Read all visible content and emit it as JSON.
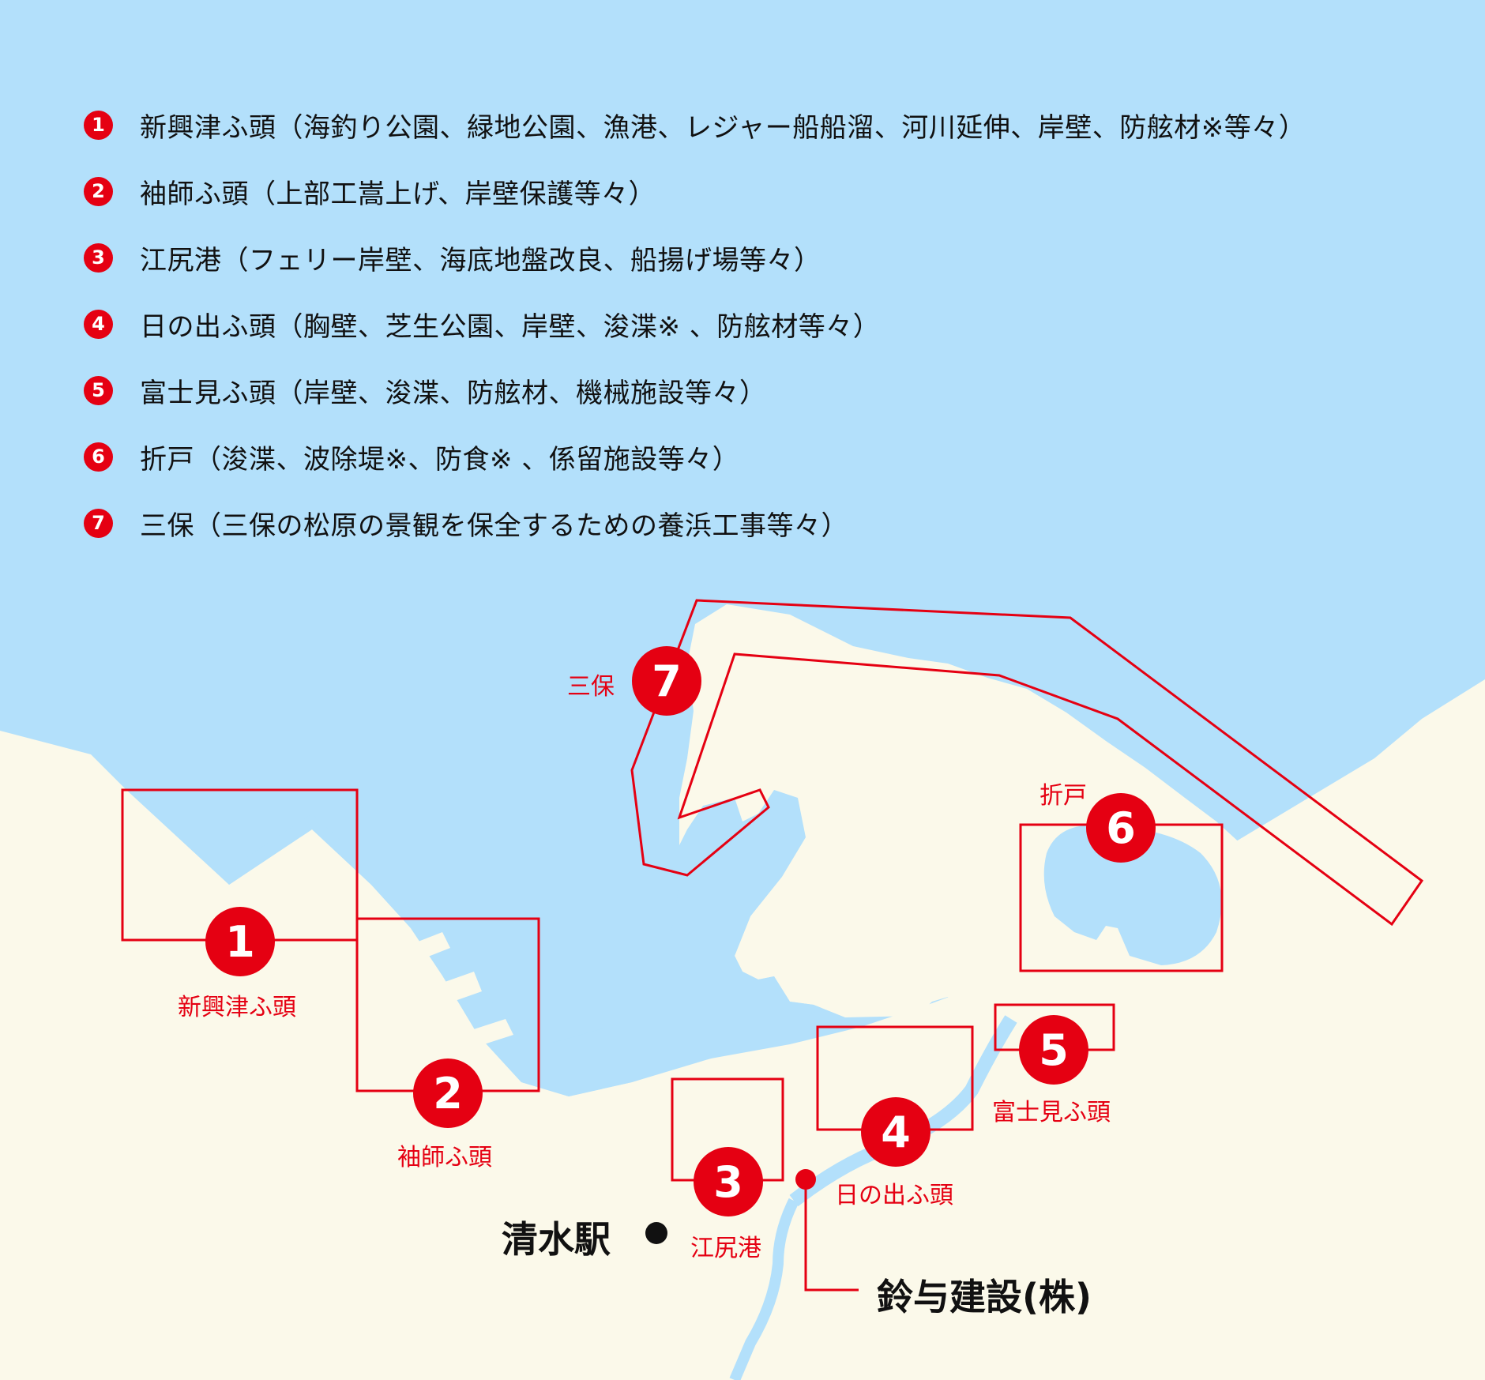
{
  "legend": [
    {
      "num": "1",
      "text": "新興津ふ頭（海釣り公園、緑地公園、漁港、レジャー船船溜、河川延伸、岸壁、防舷材※等々）"
    },
    {
      "num": "2",
      "text": "袖師ふ頭（上部工嵩上げ、岸壁保護等々）"
    },
    {
      "num": "3",
      "text": "江尻港（フェリー岸壁、海底地盤改良、船揚げ場等々）"
    },
    {
      "num": "4",
      "text": "日の出ふ頭（胸壁、芝生公園、岸壁、浚渫※ 、防舷材等々）"
    },
    {
      "num": "5",
      "text": "富士見ふ頭（岸壁、浚渫、防舷材、機械施設等々）"
    },
    {
      "num": "6",
      "text": "折戸（浚渫、波除堤※、防食※ 、係留施設等々）"
    },
    {
      "num": "7",
      "text": "三保（三保の松原の景観を保全するための養浜工事等々）"
    }
  ],
  "areas": {
    "a1": {
      "num": "1",
      "label": "新興津ふ頭"
    },
    "a2": {
      "num": "2",
      "label": "袖師ふ頭"
    },
    "a3": {
      "num": "3",
      "label": "江尻港"
    },
    "a4": {
      "num": "4",
      "label": "日の出ふ頭"
    },
    "a5": {
      "num": "5",
      "label": "富士見ふ頭"
    },
    "a6": {
      "num": "6",
      "label": "折戸"
    },
    "a7": {
      "num": "7",
      "label": "三保"
    }
  },
  "station": {
    "label": "清水駅"
  },
  "company": {
    "label": "鈴与建設(株)"
  },
  "colors": {
    "sea": "#b3e0fb",
    "land": "#fbf9ea",
    "accent": "#e50012",
    "text": "#111111"
  }
}
